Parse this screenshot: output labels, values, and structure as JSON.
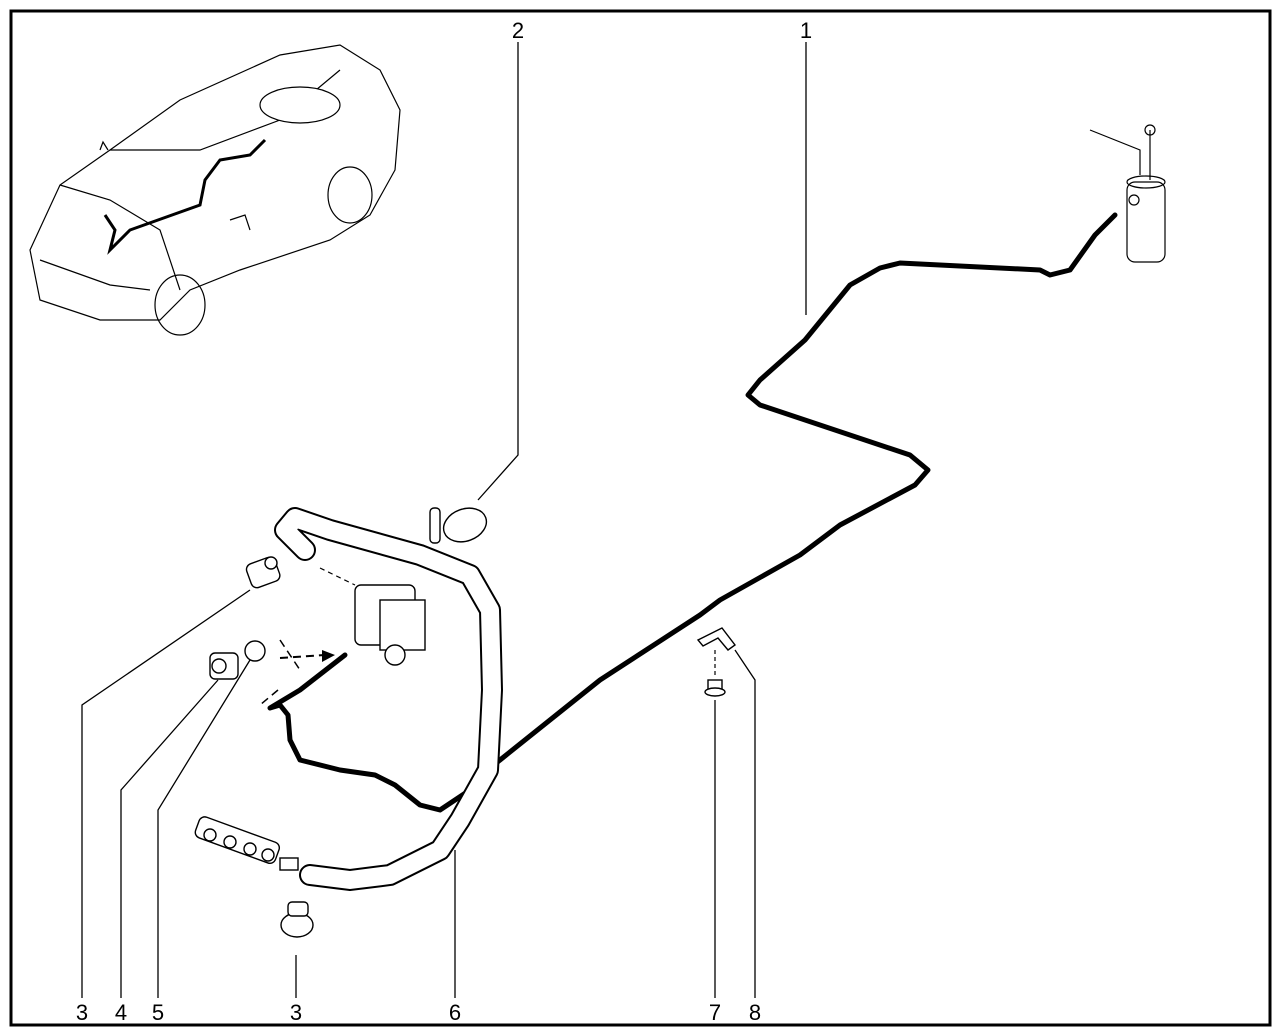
{
  "diagram": {
    "callouts": [
      {
        "id": "callout-1",
        "label": "1"
      },
      {
        "id": "callout-2",
        "label": "2"
      },
      {
        "id": "callout-3a",
        "label": "3"
      },
      {
        "id": "callout-4",
        "label": "4"
      },
      {
        "id": "callout-5",
        "label": "5"
      },
      {
        "id": "callout-3b",
        "label": "3"
      },
      {
        "id": "callout-6",
        "label": "6"
      },
      {
        "id": "callout-7",
        "label": "7"
      },
      {
        "id": "callout-8",
        "label": "8"
      }
    ]
  }
}
